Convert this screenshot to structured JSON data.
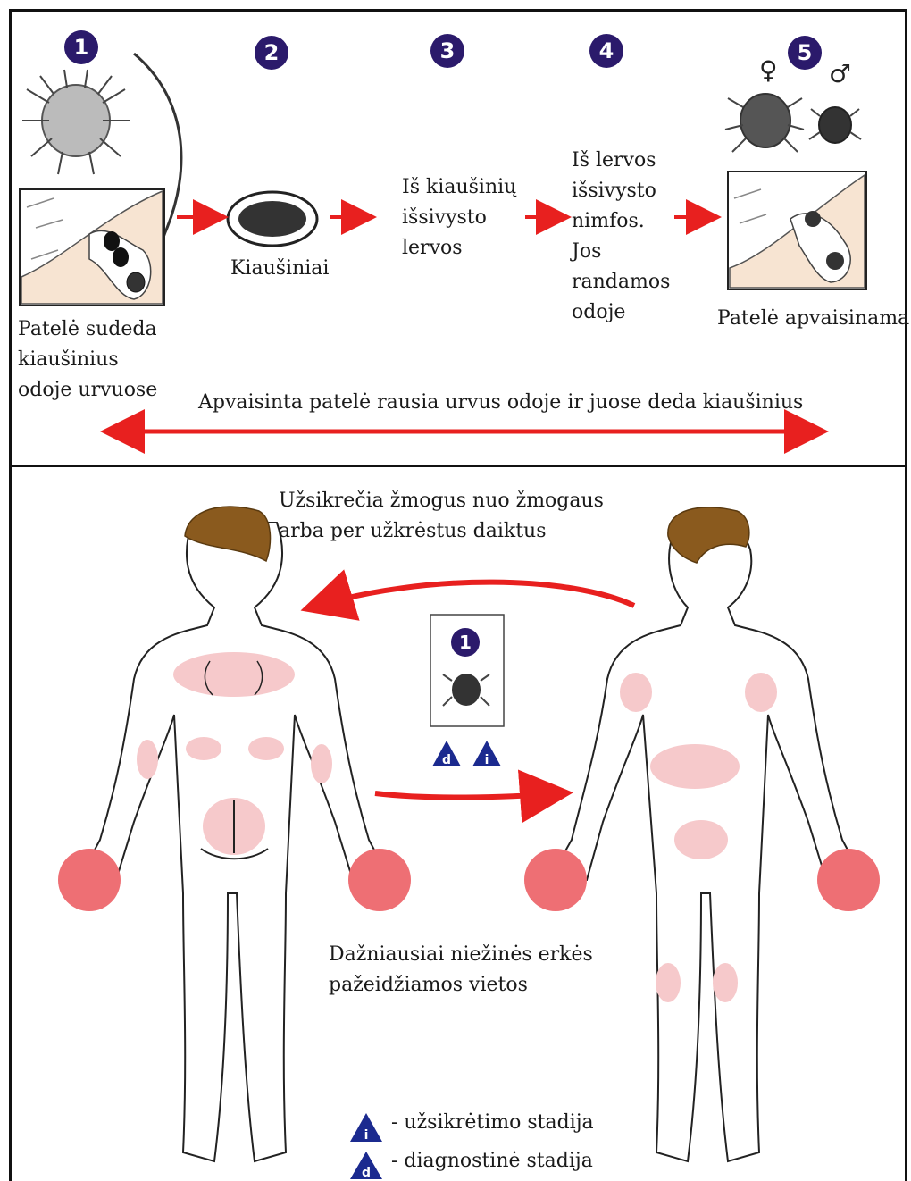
{
  "steps": [
    {
      "number": "1",
      "label": "Patelė sudeda kiaušinius odoje urvuose"
    },
    {
      "number": "2",
      "label": "Kiaušiniai"
    },
    {
      "number": "3",
      "label": "Iš kiaušinių išsivysto lervos"
    },
    {
      "number": "4",
      "label": "Iš lervos išsivysto nimfos. Jos randamos odoje"
    },
    {
      "number": "5",
      "label": "Patelė apvaisinama"
    }
  ],
  "symbols": {
    "female": "♀",
    "male": "♂"
  },
  "top_arrow_label": "Apvaisinta patelė rausia urvus odoje ir juose deda kiaušinius",
  "transmission_label": "Užsikrečia žmogus nuo žmogaus arba per užkrėstus daiktus",
  "center_card": {
    "number": "1",
    "markers": [
      "d",
      "i"
    ]
  },
  "affected_label": "Dažniausiai niežinės erkės pažeidžiamos vietos",
  "legend": [
    {
      "marker": "i",
      "text": "- užsikrėtimo stadija"
    },
    {
      "marker": "d",
      "text": "- diagnostinė stadija"
    }
  ],
  "colors": {
    "arrow": "#e8201f",
    "badge": "#2b1a6b",
    "marker": "#1b2a8f",
    "hair": "#8a5a1e",
    "rash_light": "#f6c9cb",
    "rash_strong": "#ee6f74",
    "skin": "#f7e4d2"
  }
}
